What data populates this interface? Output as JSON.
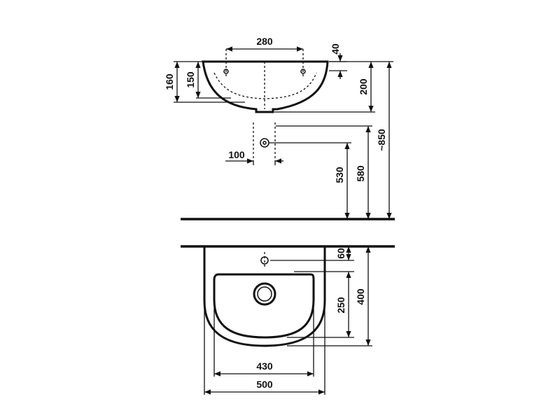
{
  "side_view": {
    "dims": {
      "tap_hole_spacing": "280",
      "rim_thickness": "40",
      "basin_height": "160",
      "inner_depth": "150",
      "rim_to_outlet": "200",
      "outlet_spacing": "100",
      "outlet_height": "530",
      "supply_height": "580",
      "rim_height": "~850"
    }
  },
  "top_view": {
    "dims": {
      "tap_hole_offset": "60",
      "bowl_length": "250",
      "depth": "400",
      "inner_width": "430",
      "width": "500"
    }
  }
}
